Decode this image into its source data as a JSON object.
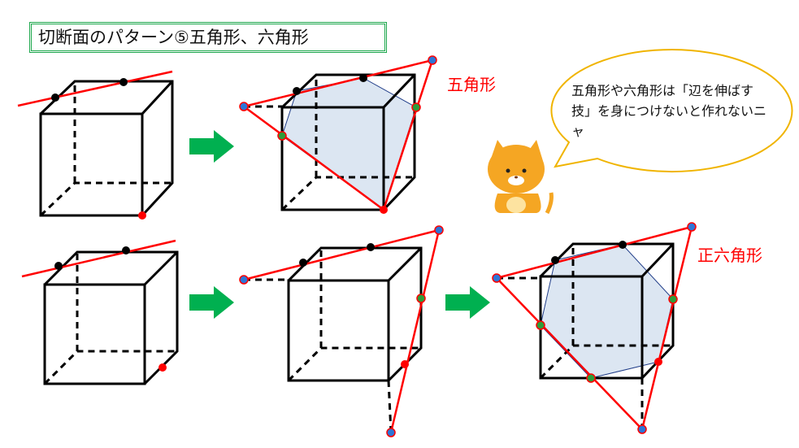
{
  "title": "切断面のパターン⑤五角形、六角形",
  "labels": {
    "pentagon": "五角形",
    "hexagon": "正六角形"
  },
  "speech_bubble": {
    "text": "五角形や六角形は「辺を伸ばす技」を身につけないと作れないニャ"
  },
  "colors": {
    "accent": "#1aa64a",
    "cut_line": "#ff0000",
    "section_fill": "#dce6f2",
    "bubble_border": "#f0b400"
  }
}
